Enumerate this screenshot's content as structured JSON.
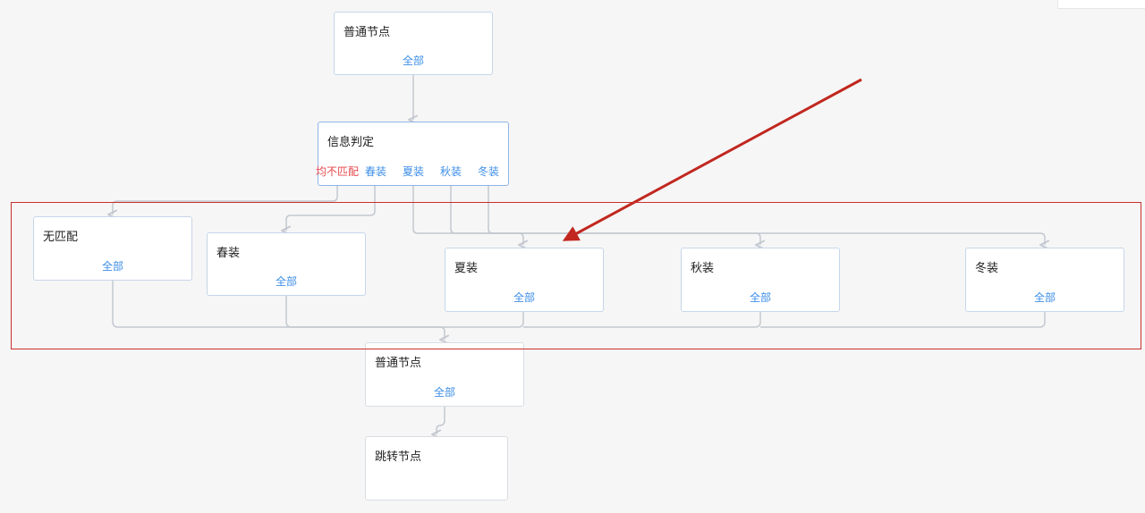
{
  "nodes": {
    "start": {
      "title": "普通节点",
      "link": "全部"
    },
    "judge": {
      "title": "信息判定",
      "branches": [
        "均不匹配",
        "春装",
        "夏装",
        "秋装",
        "冬装"
      ]
    },
    "nomatch": {
      "title": "无匹配",
      "link": "全部"
    },
    "spring": {
      "title": "春装",
      "link": "全部"
    },
    "summer": {
      "title": "夏装",
      "link": "全部"
    },
    "autumn": {
      "title": "秋装",
      "link": "全部"
    },
    "winter": {
      "title": "冬装",
      "link": "全部"
    },
    "merge": {
      "title": "普通节点",
      "link": "全部"
    },
    "jump": {
      "title": "跳转节点"
    }
  },
  "annotations": {
    "highlight_color": "#c9302c",
    "arrow_color": "#c1271f"
  },
  "colors": {
    "link": "#3d8ee8",
    "no_match": "#e5484d",
    "connector": "#c3c8d0"
  }
}
